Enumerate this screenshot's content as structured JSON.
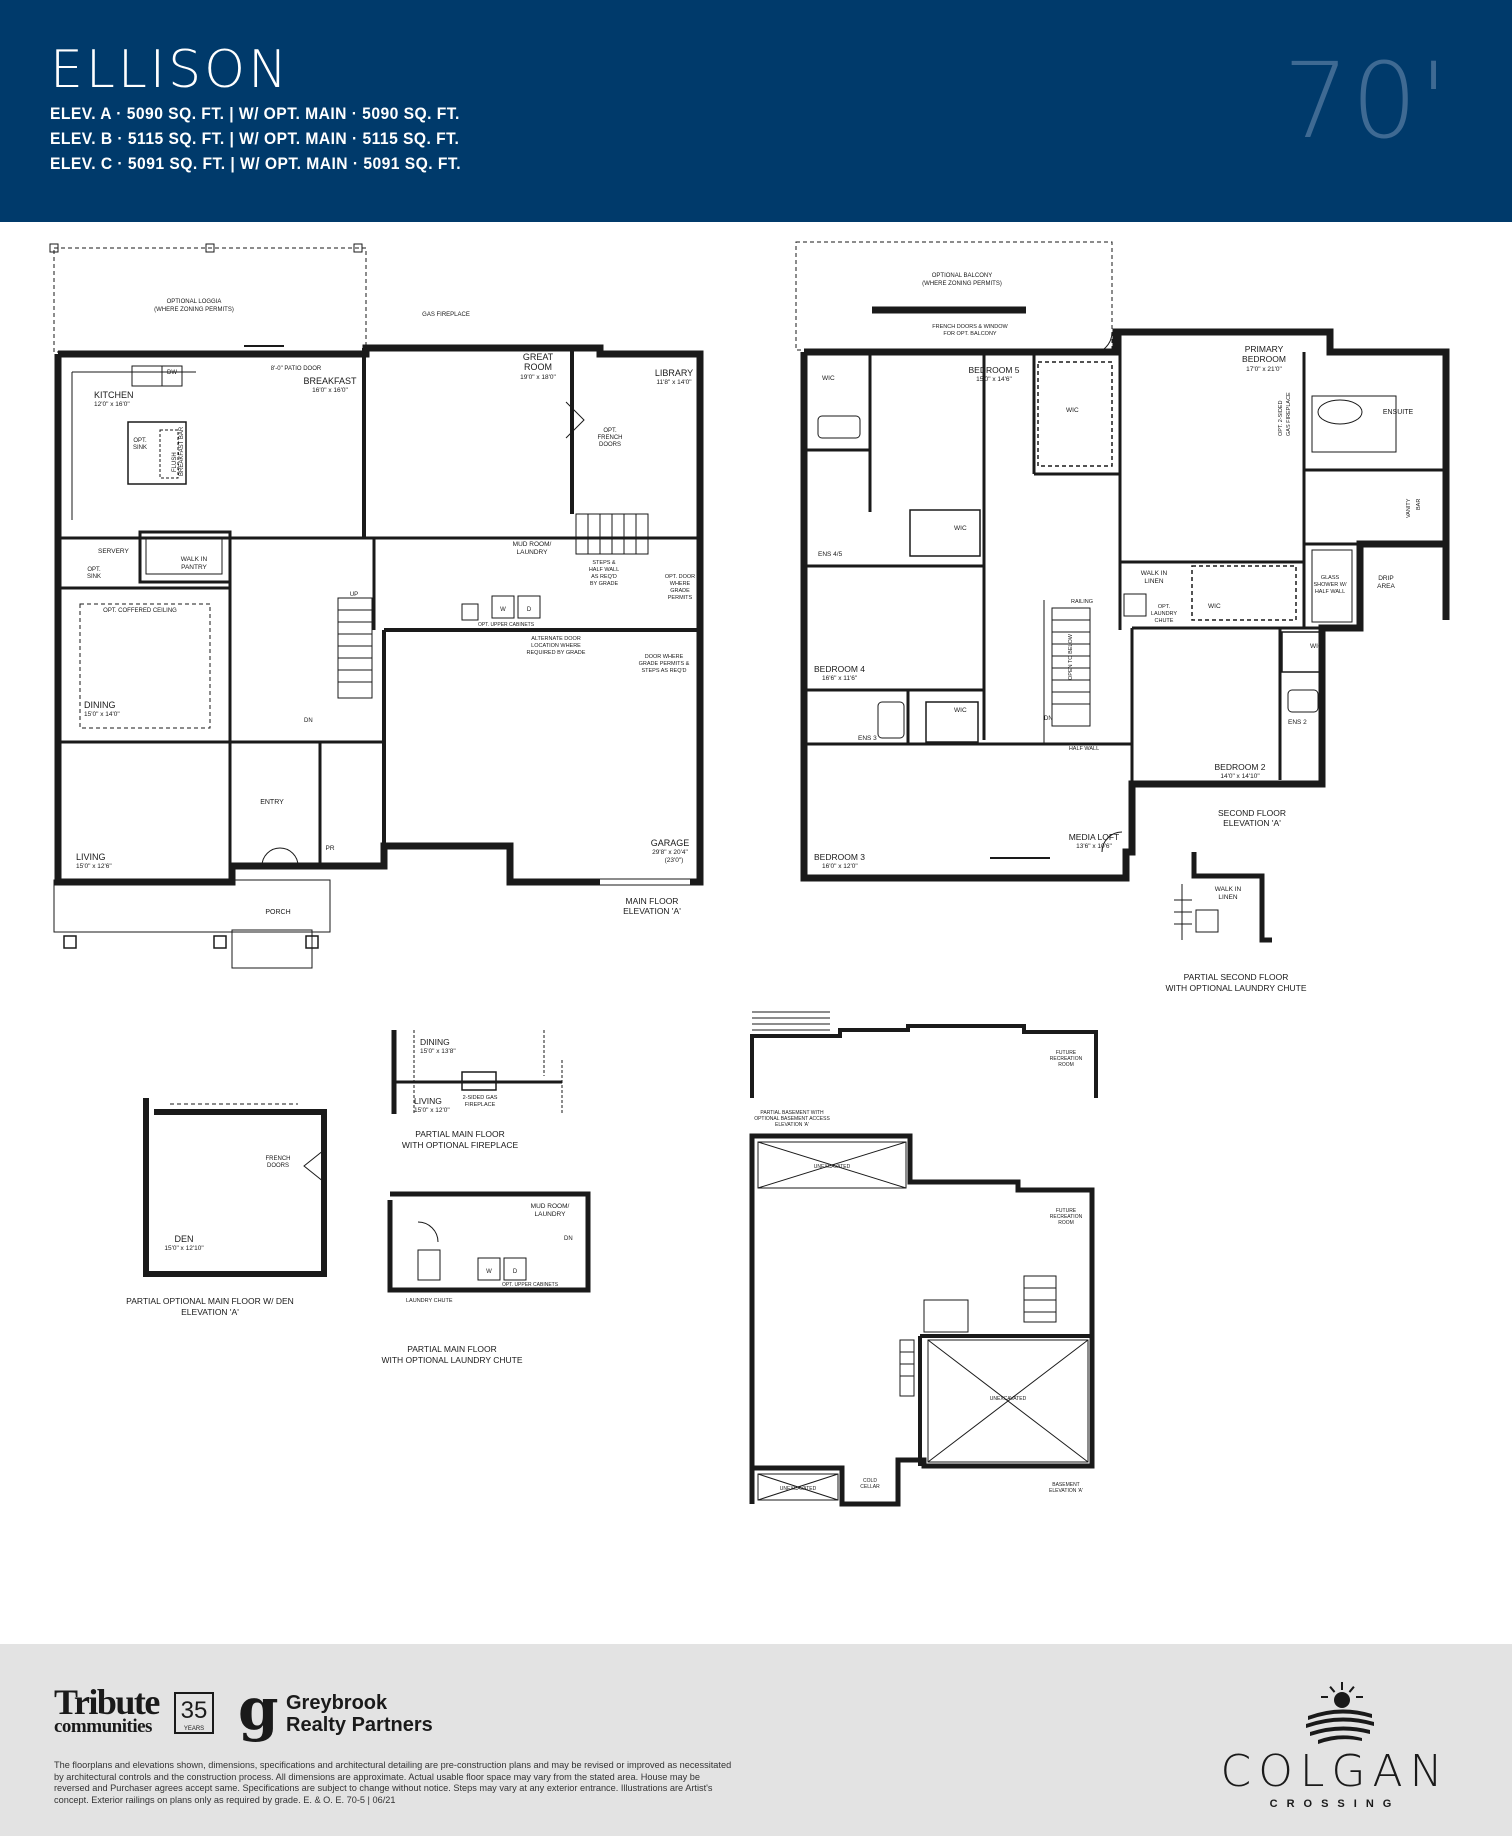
{
  "header": {
    "model_name": "ELLISON",
    "lot_size": "70'",
    "elevations": [
      "ELEV. A · 5090 SQ. FT. | W/ OPT. MAIN · 5090 SQ. FT.",
      "ELEV. B · 5115 SQ. FT. | W/ OPT. MAIN · 5115 SQ. FT.",
      "ELEV. C · 5091 SQ. FT. | W/ OPT. MAIN · 5091 SQ. FT."
    ]
  },
  "main_floor": {
    "title": [
      "MAIN FLOOR",
      "ELEVATION 'A'"
    ],
    "loggia": [
      "OPTIONAL LOGGIA",
      "(WHERE ZONING PERMITS)"
    ],
    "rooms": {
      "kitchen": [
        "KITCHEN",
        "12'0\" x 16'0\""
      ],
      "breakfast": [
        "BREAKFAST",
        "16'0\" x 16'0\""
      ],
      "great_room": [
        "GREAT",
        "ROOM",
        "19'0\" x 18'0\""
      ],
      "library": [
        "LIBRARY",
        "11'8\" x 14'0\""
      ],
      "dining": [
        "DINING",
        "15'0\" x 14'0\""
      ],
      "living": [
        "LIVING",
        "15'0\" x 12'6\""
      ],
      "entry": "ENTRY",
      "porch": "PORCH",
      "garage": [
        "GARAGE",
        "29'8\" x 20'4\"",
        "(23'0\")"
      ],
      "servery": "SERVERY",
      "walk_in_pantry": [
        "WALK IN",
        "PANTRY"
      ],
      "mud_room": [
        "MUD ROOM/",
        "LAUNDRY"
      ],
      "pr": "PR"
    },
    "notes": {
      "patio_door": "8'-0\" PATIO DOOR",
      "gas_fireplace": "GAS FIREPLACE",
      "opt_french_doors": [
        "OPT.",
        "FRENCH",
        "DOORS"
      ],
      "opt_sink": [
        "OPT.",
        "SINK"
      ],
      "opt_sink2": [
        "OPT.",
        "SINK"
      ],
      "flush_bar": [
        "FLUSH",
        "BREAKFAST BAR"
      ],
      "dw": "DW",
      "coffered": "OPT. COFFERED CEILING",
      "steps": [
        "STEPS &",
        "HALF WALL",
        "AS REQ'D",
        "BY GRADE"
      ],
      "opt_door": [
        "OPT. DOOR",
        "WHERE",
        "GRADE",
        "PERMITS"
      ],
      "alt_door": [
        "ALTERNATE DOOR",
        "LOCATION WHERE",
        "REQUIRED BY GRADE"
      ],
      "door_grade": [
        "DOOR WHERE",
        "GRADE PERMITS &",
        "STEPS AS REQ'D"
      ],
      "upper_cabinets": "OPT. UPPER CABINETS",
      "up": "UP",
      "dn": "DN",
      "w": "W",
      "d": "D"
    }
  },
  "second_floor": {
    "title": [
      "SECOND FLOOR",
      "ELEVATION 'A'"
    ],
    "balcony": [
      "OPTIONAL BALCONY",
      "(WHERE ZONING PERMITS)"
    ],
    "french_window": [
      "FRENCH DOORS & WINDOW",
      "FOR OPT. BALCONY"
    ],
    "rooms": {
      "bedroom5": [
        "BEDROOM 5",
        "15'0\" x 14'6\""
      ],
      "primary": [
        "PRIMARY",
        "BEDROOM",
        "17'0\" x 21'0\""
      ],
      "ensuite": "ENSUITE",
      "bedroom4": [
        "BEDROOM 4",
        "16'6\" x 11'6\""
      ],
      "bedroom3": [
        "BEDROOM 3",
        "16'0\" x 12'0\""
      ],
      "bedroom2": [
        "BEDROOM 2",
        "14'0\" x 14'10\""
      ],
      "media_loft": [
        "MEDIA LOFT",
        "13'6\" x 10'6\""
      ],
      "ens45": "ENS 4/5",
      "ens3": "ENS 3",
      "ens2": "ENS 2",
      "walk_in_linen": [
        "WALK IN",
        "LINEN"
      ],
      "drip_area": [
        "DRIP",
        "AREA"
      ],
      "wic": "WIC"
    },
    "notes": {
      "gas_fireplace_2sided": [
        "OPT. 2-SIDED",
        "GAS FIREPLACE"
      ],
      "vanity_bar": [
        "VANITY",
        "BAR"
      ],
      "glass_shower": [
        "GLASS",
        "SHOWER W/",
        "HALF WALL"
      ],
      "laundry_chute": [
        "OPT.",
        "LAUNDRY",
        "CHUTE"
      ],
      "railing": "RAILING",
      "open_below": "OPEN TO BELOW",
      "half_wall": "HALF WALL",
      "dn": "DN"
    }
  },
  "partial_second": {
    "title": [
      "PARTIAL SECOND FLOOR",
      "WITH OPTIONAL LAUNDRY CHUTE"
    ],
    "walk_in_linen": [
      "WALK IN",
      "LINEN"
    ]
  },
  "partial_fireplace": {
    "title": [
      "PARTIAL MAIN FLOOR",
      "WITH OPTIONAL FIREPLACE"
    ],
    "dining": [
      "DINING",
      "15'0\" x 13'8\""
    ],
    "living": [
      "LIVING",
      "15'0\" x 12'0\""
    ],
    "fireplace": [
      "2-SIDED GAS",
      "FIREPLACE"
    ]
  },
  "partial_den": {
    "title": [
      "PARTIAL OPTIONAL MAIN FLOOR W/ DEN",
      "ELEVATION 'A'"
    ],
    "den": [
      "DEN",
      "15'0\" x 12'10\""
    ],
    "french_doors": [
      "FRENCH",
      "DOORS"
    ]
  },
  "partial_laundry": {
    "title": [
      "PARTIAL MAIN FLOOR",
      "WITH OPTIONAL LAUNDRY CHUTE"
    ],
    "mud_room": [
      "MUD ROOM/",
      "LAUNDRY"
    ],
    "laundry_chute": "LAUNDRY CHUTE",
    "upper_cabinets": "OPT. UPPER CABINETS",
    "dn": "DN",
    "w": "W",
    "d": "D"
  },
  "basement_partial": {
    "title": [
      "PARTIAL BASEMENT WITH",
      "OPTIONAL BASEMENT ACCESS",
      "ELEVATION 'A'"
    ],
    "future_rec": [
      "FUTURE",
      "RECREATION",
      "ROOM"
    ]
  },
  "basement": {
    "title": [
      "BASEMENT",
      "ELEVATION 'A'"
    ],
    "future_rec": [
      "FUTURE",
      "RECREATION",
      "ROOM"
    ],
    "unexcavated": "UNEXCAVATED",
    "cold_cellar": [
      "COLD",
      "CELLAR"
    ]
  },
  "footer": {
    "tribute": "Tribute",
    "tribute_sub": "communities",
    "badge": "35",
    "badge_sub": "YEARS",
    "greybrook_line1": "Greybrook",
    "greybrook_line2": "Realty Partners",
    "disclaimer": "The floorplans and elevations shown, dimensions, specifications and architectural detailing are pre-construction plans and may be revised or improved as necessitated by architectural controls and the construction process. All dimensions are approximate. Actual usable floor space may vary from the stated area. House may be reversed and Purchaser agrees accept same. Specifications are subject to change without notice. Steps may vary at any exterior entrance. Illustrations are Artist's concept. Exterior railings on plans only as required by grade. E. & O. E. 70-5 | 06/21",
    "colgan": "COLGAN",
    "crossing": "CROSSING"
  },
  "colors": {
    "header_bg": "#003a6b",
    "lot_text": "#3f6a93",
    "footer_bg": "#e3e3e3",
    "wall": "#1a1a1a"
  }
}
